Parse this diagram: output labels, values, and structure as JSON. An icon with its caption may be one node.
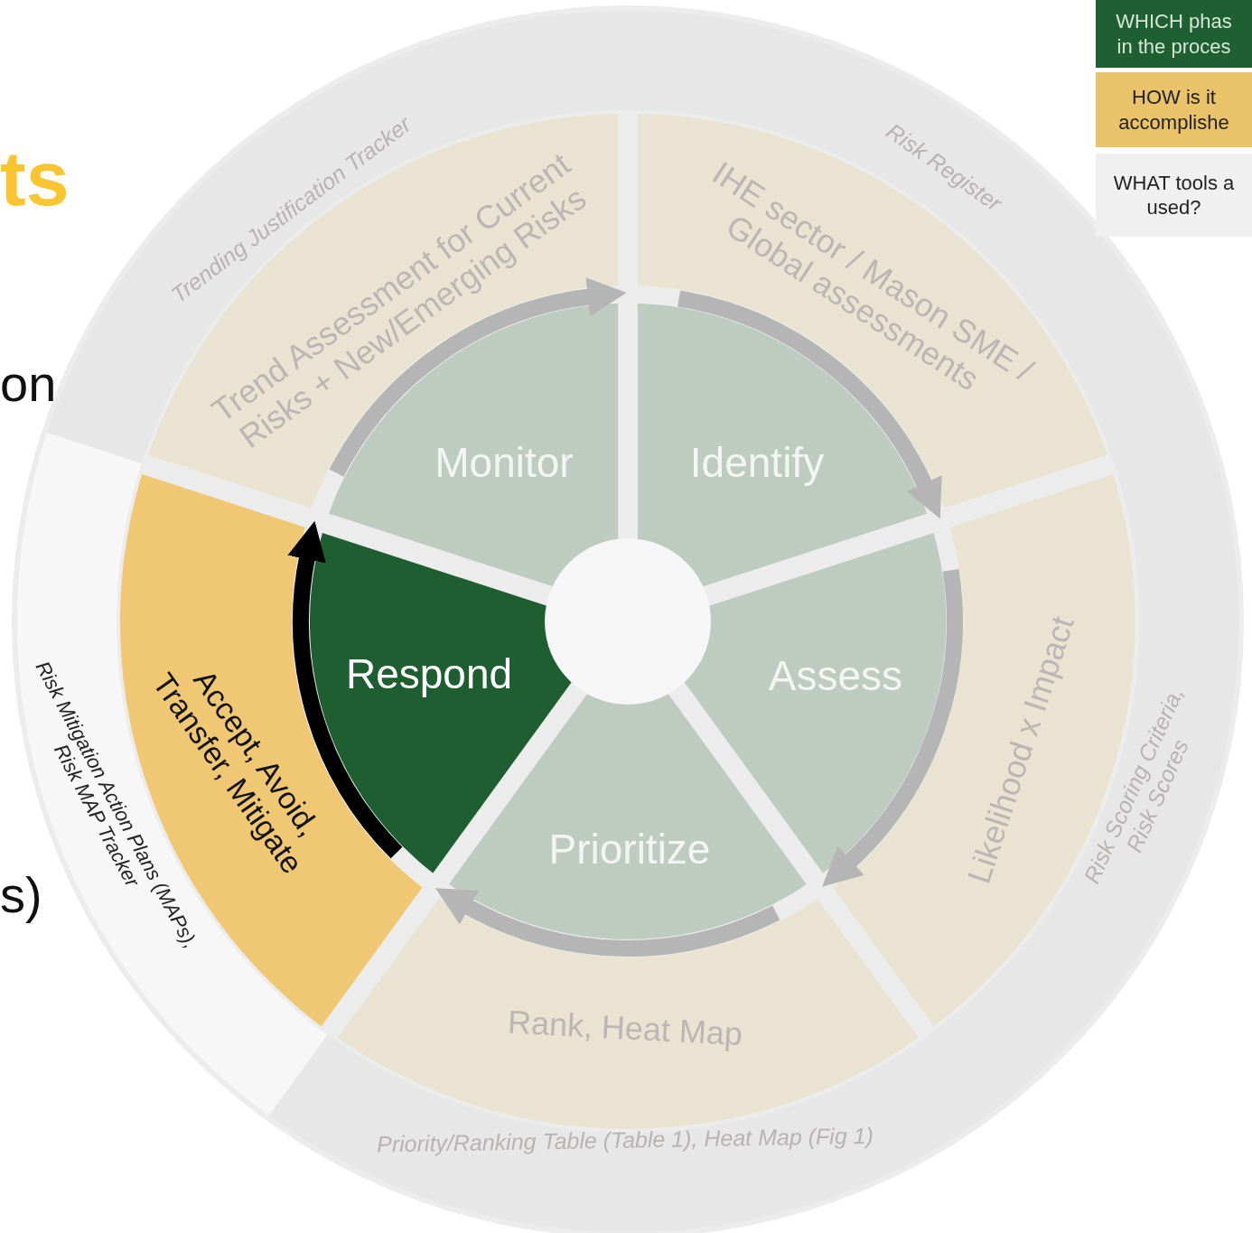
{
  "diagram": {
    "nodes": [
      {
        "text": [
          "Monitor"
        ]
      },
      {
        "text": [
          "Identify"
        ]
      },
      {
        "text": [
          "Assess"
        ]
      },
      {
        "text": [
          "Prioritize"
        ]
      },
      {
        "text": [
          "Respond"
        ]
      },
      {
        "text": [
          "Trend Assessment for Current Risks + New/Emerging Risks"
        ]
      },
      {
        "text": [
          "IHE sector / Mason SME / Global assessments"
        ]
      },
      {
        "text": [
          "Likelihood x Impact"
        ]
      },
      {
        "text": [
          "Rank, Heat Map"
        ]
      },
      {
        "text": [
          "Accept, Avoid, Transfer, Mitigate"
        ]
      },
      {
        "text": [
          "Trending Justification Tracker"
        ]
      },
      {
        "text": [
          "Risk Register"
        ]
      },
      {
        "text": [
          "Risk Scoring Criteria, Risk Scores"
        ]
      },
      {
        "text": [
          "Priority/Ranking Table (Table 1), Heat Map (Fig 1)"
        ]
      },
      {
        "text": [
          "Risk Mitigation Action Plans (MAPs), Risk MAP Tracker"
        ]
      },
      {
        "text": [],
        "shape": "circle"
      }
    ],
    "edges": [
      {
        "from": 0,
        "to": 1,
        "arrow": "to"
      },
      {
        "from": 1,
        "to": 2,
        "arrow": "to"
      },
      {
        "from": 2,
        "to": 3,
        "arrow": "to"
      },
      {
        "from": 3,
        "to": 4,
        "arrow": "to"
      },
      {
        "from": 4,
        "to": 0,
        "arrow": "to",
        "color": "#000000"
      }
    ],
    "labels": [
      "ts",
      "on",
      "s)"
    ],
    "legend": [
      {
        "text": "WHICH phas in the proces",
        "color": "#1e6031"
      },
      {
        "text": "HOW is it accomplishe",
        "color": "#e9c26a"
      },
      {
        "text": "WHAT tools a used?",
        "color": "#f0f0f0"
      }
    ]
  }
}
